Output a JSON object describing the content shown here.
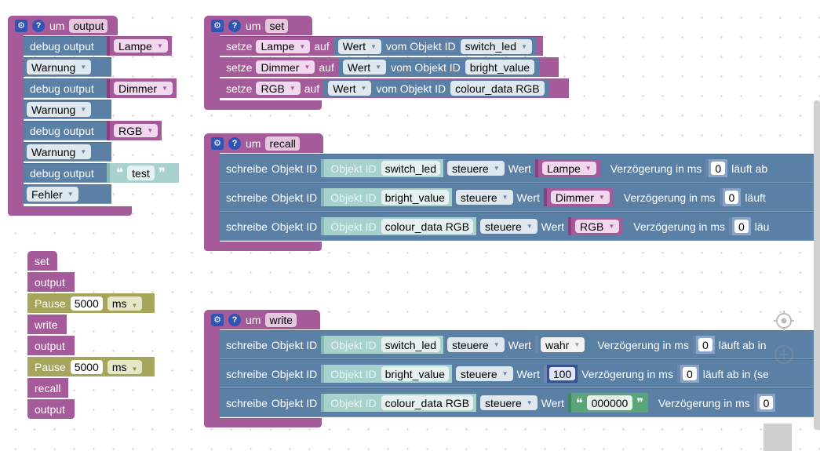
{
  "blocks": {
    "output_fn": {
      "name": "output",
      "um": "um",
      "rows": [
        {
          "label": "debug output",
          "var": "Lampe",
          "level": "Warnung"
        },
        {
          "label": "debug output",
          "var": "Dimmer",
          "level": "Warnung"
        },
        {
          "label": "debug output",
          "var": "RGB",
          "level": "Warnung"
        }
      ],
      "last": {
        "label": "debug output",
        "text": "test",
        "level": "Fehler"
      }
    },
    "set_fn": {
      "name": "set",
      "um": "um",
      "rows": [
        {
          "setze": "setze",
          "var": "Lampe",
          "auf": "auf",
          "wert": "Wert",
          "vom": "vom Objekt ID",
          "id": "switch_led"
        },
        {
          "setze": "setze",
          "var": "Dimmer",
          "auf": "auf",
          "wert": "Wert",
          "vom": "vom Objekt ID",
          "id": "bright_value"
        },
        {
          "setze": "setze",
          "var": "RGB",
          "auf": "auf",
          "wert": "Wert",
          "vom": "vom Objekt ID",
          "id": "colour_data RGB"
        }
      ]
    },
    "recall_fn": {
      "name": "recall",
      "um": "um",
      "rows": [
        {
          "schreibe": "schreibe",
          "obj": "Objekt ID",
          "objlbl": "Objekt ID",
          "id": "switch_led",
          "mode": "steuere",
          "wert": "Wert",
          "val": "Lampe",
          "delay": "Verzögerung in ms",
          "ms": "0",
          "tail": "läuft ab"
        },
        {
          "schreibe": "schreibe",
          "obj": "Objekt ID",
          "objlbl": "Objekt ID",
          "id": "bright_value",
          "mode": "steuere",
          "wert": "Wert",
          "val": "Dimmer",
          "delay": "Verzögerung in ms",
          "ms": "0",
          "tail": "läuft"
        },
        {
          "schreibe": "schreibe",
          "obj": "Objekt ID",
          "objlbl": "Objekt ID",
          "id": "colour_data RGB",
          "mode": "steuere",
          "wert": "Wert",
          "val": "RGB",
          "delay": "Verzögerung in ms",
          "ms": "0",
          "tail": "läu"
        }
      ]
    },
    "write_fn": {
      "name": "write",
      "um": "um",
      "rows": [
        {
          "schreibe": "schreibe",
          "obj": "Objekt ID",
          "objlbl": "Objekt ID",
          "id": "switch_led",
          "mode": "steuere",
          "wert": "Wert",
          "val": "wahr",
          "delay": "Verzögerung in ms",
          "ms": "0",
          "tail": "läuft ab in"
        },
        {
          "schreibe": "schreibe",
          "obj": "Objekt ID",
          "objlbl": "Objekt ID",
          "id": "bright_value",
          "mode": "steuere",
          "wert": "Wert",
          "val": "100",
          "delay": "Verzögerung in ms",
          "ms": "0",
          "tail": "läuft ab in (se"
        },
        {
          "schreibe": "schreibe",
          "obj": "Objekt ID",
          "objlbl": "Objekt ID",
          "id": "colour_data RGB",
          "mode": "steuere",
          "wert": "Wert",
          "val": "000000",
          "delay": "Verzögerung in ms",
          "ms": "0",
          "tail": ""
        }
      ]
    },
    "sequence": {
      "items": [
        "set",
        "output",
        "Pause",
        "write",
        "output",
        "Pause",
        "recall",
        "output"
      ],
      "pause_label": "Pause",
      "pause_value": "5000",
      "pause_unit": "ms"
    }
  },
  "icons": {
    "gear": "gear-icon",
    "help": "help-icon",
    "target": "crosshair-icon",
    "zoom": "zoom-plus-icon"
  },
  "colors": {
    "procedure": "#a55b99",
    "action": "#5b80a5",
    "pause": "#a5a55b",
    "objid": "#a6d1cc"
  }
}
